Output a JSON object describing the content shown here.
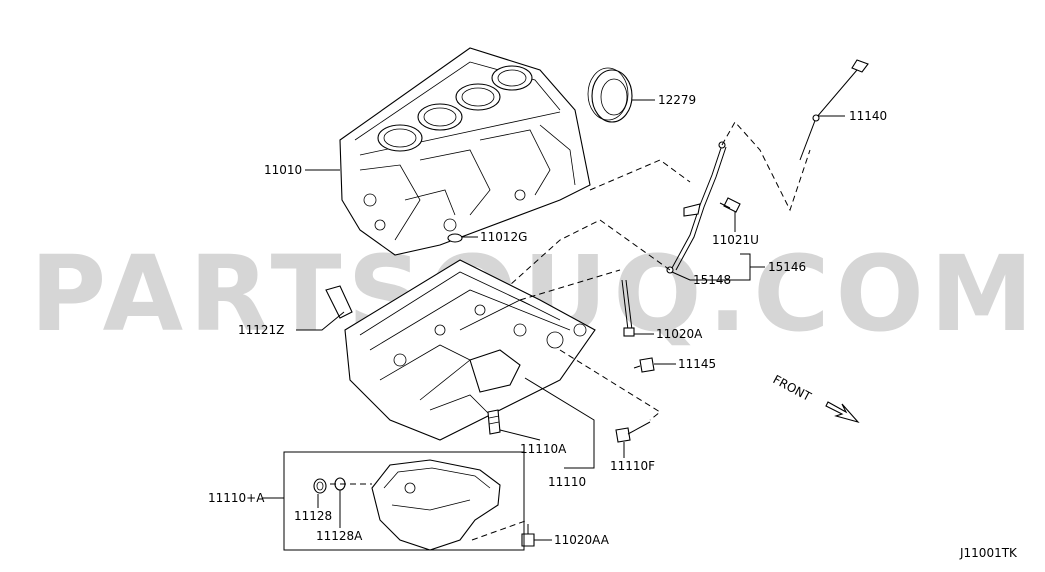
{
  "diagram": {
    "watermark": "PARTSOUQ.COM",
    "figure_code": "J11001TK",
    "front_label": "FRONT",
    "callouts": {
      "p12279": "12279",
      "p11140": "11140",
      "p11010": "11010",
      "p11021U": "11021U",
      "p11012G": "11012G",
      "p15146": "15146",
      "p15148": "15148",
      "p11121Z": "11121Z",
      "p11020A": "11020A",
      "p11145": "11145",
      "p11110A": "11110A",
      "p11110": "11110",
      "p11110F": "11110F",
      "p11110plusA": "11110+A",
      "p11128": "11128",
      "p11128A": "11128A",
      "p11020AA": "11020AA"
    }
  }
}
